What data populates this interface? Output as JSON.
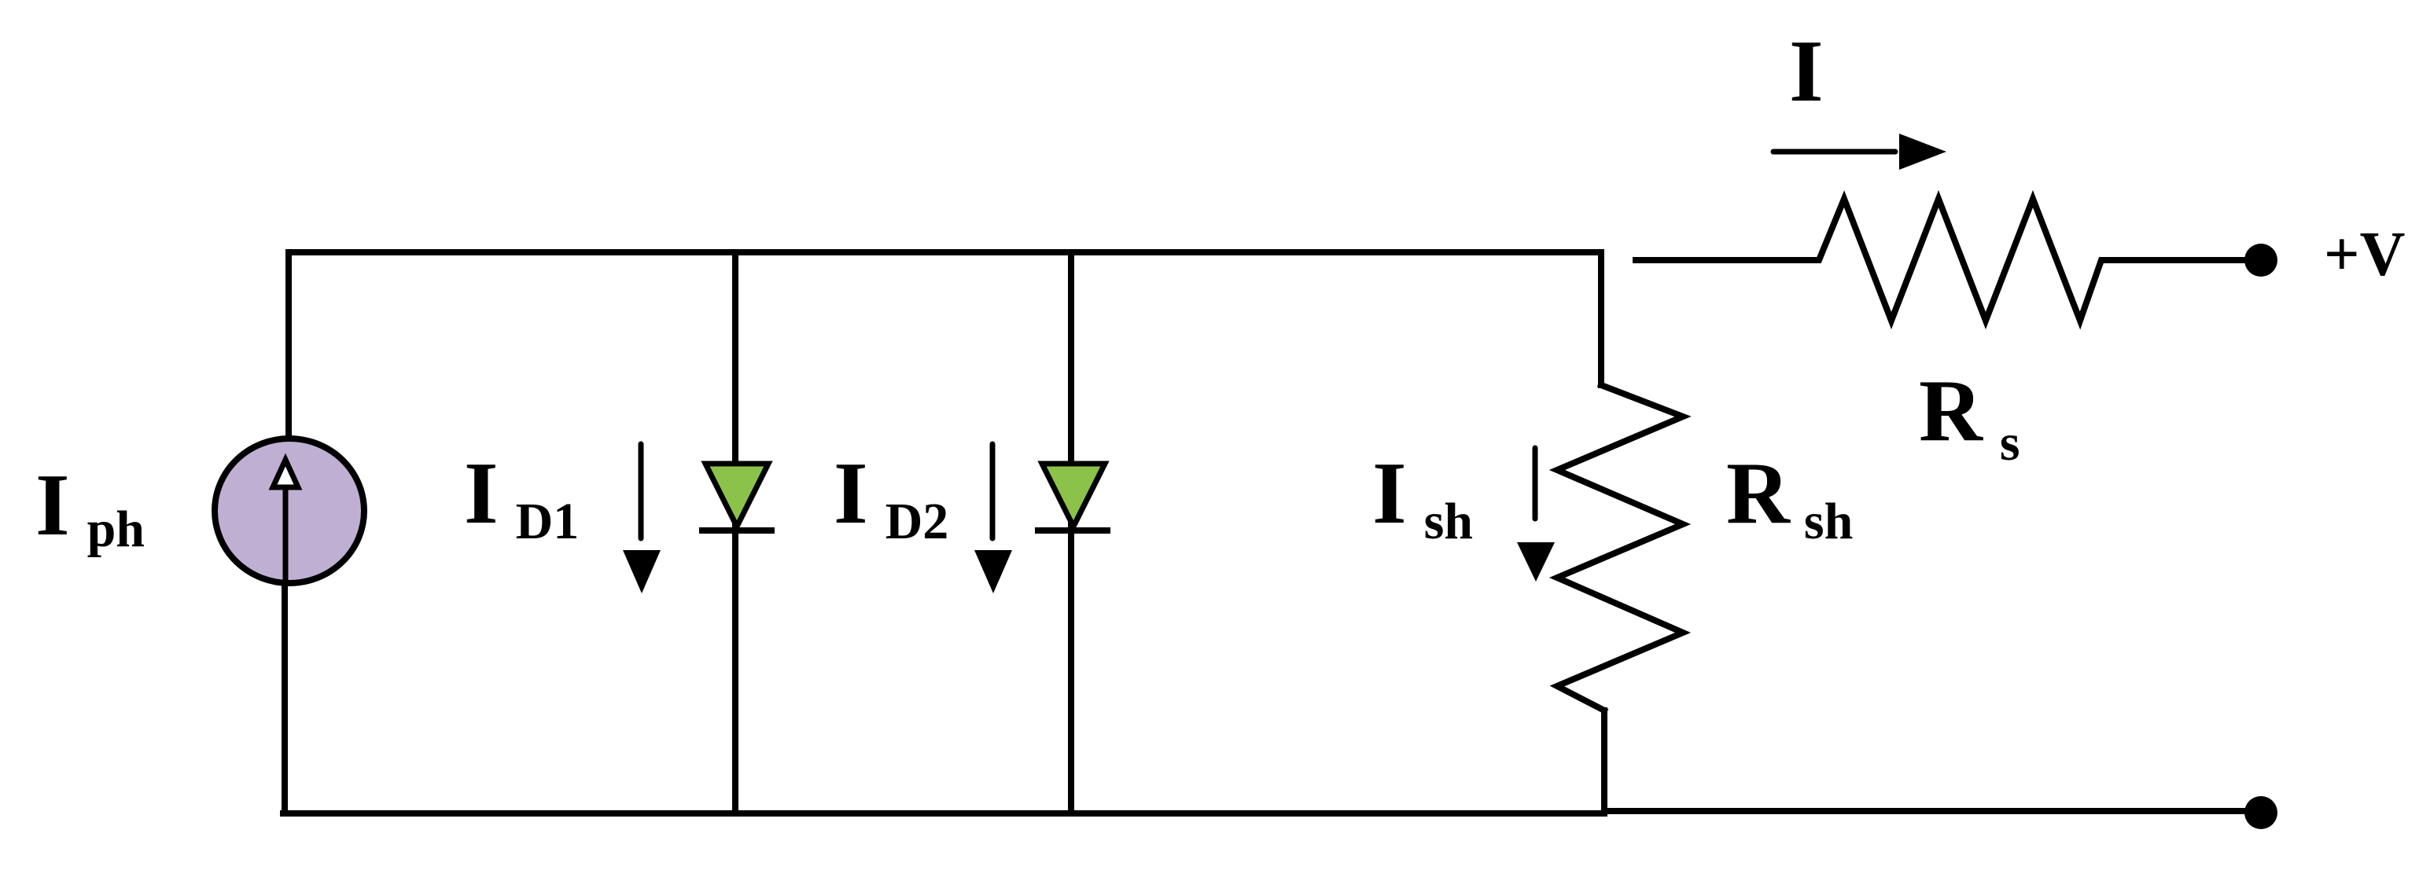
{
  "labels": {
    "current_source_main": "I",
    "current_source_sub": "ph",
    "diode1_main": "I",
    "diode1_sub": "D1",
    "diode2_main": "I",
    "diode2_sub": "D2",
    "shunt_current_main": "I",
    "shunt_current_sub": "sh",
    "shunt_resistor_main": "R",
    "shunt_resistor_sub": "sh",
    "series_resistor_main": "R",
    "series_resistor_sub": "s",
    "output_current": "I",
    "terminal_voltage": "+V"
  },
  "colors": {
    "wire": "#000000",
    "current_source_fill": "#bfb0d3",
    "diode_fill": "#8bc34a",
    "background": "#ffffff"
  }
}
